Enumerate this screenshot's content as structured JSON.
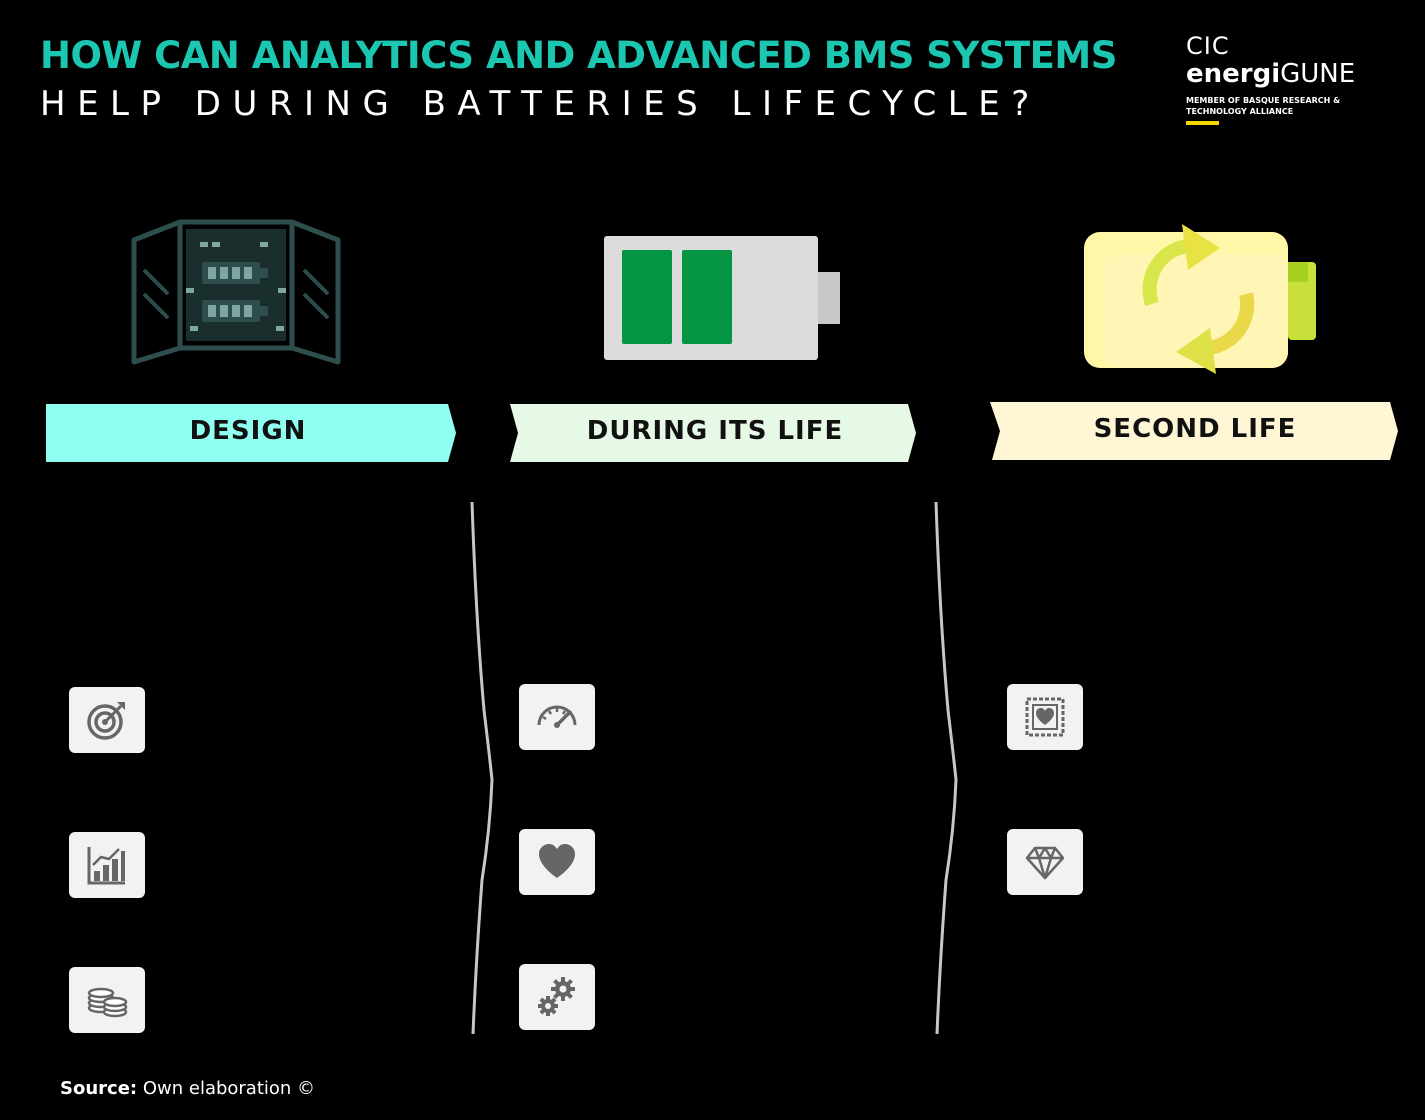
{
  "header": {
    "title_line1": "HOW CAN ANALYTICS AND ADVANCED BMS SYSTEMS",
    "title_line2": "HELP DURING BATTERIES LIFECYCLE?",
    "accent_color": "#1cc7b1"
  },
  "logo": {
    "line1": "CIC",
    "brand_bold": "energi",
    "brand_regular": "GUNE",
    "subtitle": "MEMBER OF BASQUE RESEARCH & TECHNOLOGY ALLIANCE",
    "bar_color": "#f5d600"
  },
  "phases": [
    {
      "label": "DESIGN",
      "banner_color": "#8ffff2",
      "illustration": "circuit-board-icon",
      "icons": [
        "target-icon",
        "bar-chart-icon",
        "coins-icon"
      ]
    },
    {
      "label": "DURING ITS LIFE",
      "banner_color": "#e6f9e6",
      "illustration": "battery-icon",
      "icons": [
        "speedometer-icon",
        "heart-icon",
        "gears-icon"
      ]
    },
    {
      "label": "SECOND LIFE",
      "banner_color": "#fff6d6",
      "illustration": "recycle-battery-icon",
      "icons": [
        "stamp-heart-icon",
        "diamond-icon"
      ]
    }
  ],
  "footer": {
    "source_label": "Source:",
    "source_text": "Own elaboration ©"
  }
}
